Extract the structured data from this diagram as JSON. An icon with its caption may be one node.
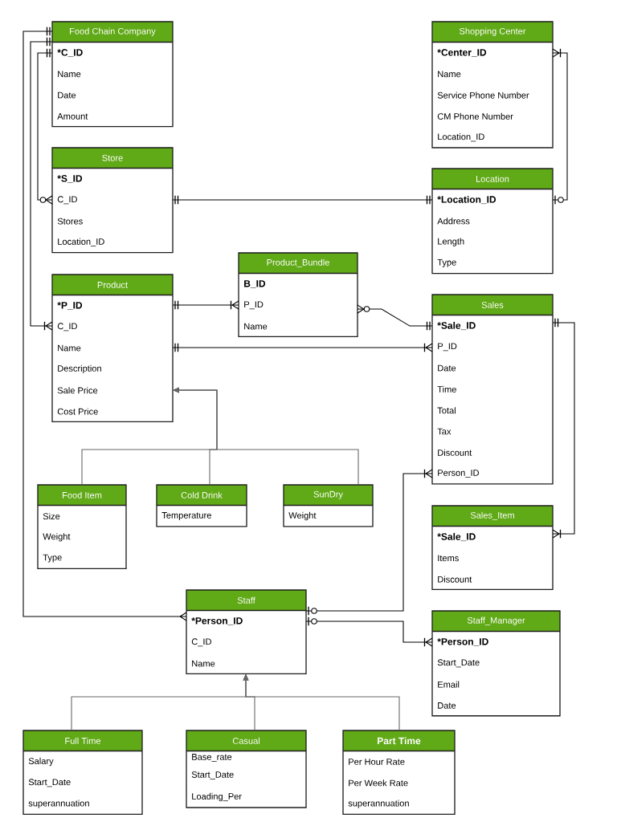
{
  "diagram": {
    "nodes": [
      {
        "text": [
          "Food Chain Company",
          "*C_ID",
          "Name",
          "Date",
          "Amount"
        ]
      },
      {
        "text": [
          "Shopping Center",
          "*Center_ID",
          "Name",
          "Service Phone Number",
          "CM Phone Number",
          "Location_ID"
        ]
      },
      {
        "text": [
          "Store",
          "*S_ID",
          "C_ID",
          "Stores",
          "Location_ID"
        ]
      },
      {
        "text": [
          "Location",
          "*Location_ID",
          "Address",
          "Length",
          "Type"
        ]
      },
      {
        "text": [
          "Product",
          "*P_ID",
          "C_ID",
          "Name",
          "Description",
          "Sale Price",
          "Cost Price"
        ]
      },
      {
        "text": [
          "Product_Bundle",
          "B_ID",
          "P_ID",
          "Name"
        ]
      },
      {
        "text": [
          "Sales",
          "*Sale_ID",
          "P_ID",
          "Date",
          "Time",
          "Total",
          "Tax",
          "Discount",
          "Person_ID"
        ]
      },
      {
        "text": [
          "Food Item",
          "Size",
          "Weight",
          "Type"
        ]
      },
      {
        "text": [
          "Cold Drink",
          "Temperature"
        ]
      },
      {
        "text": [
          "SunDry",
          "Weight"
        ]
      },
      {
        "text": [
          "Sales_Item",
          "*Sale_ID",
          "Items",
          "Discount"
        ]
      },
      {
        "text": [
          "Staff",
          "*Person_ID",
          "C_ID",
          "Name"
        ]
      },
      {
        "text": [
          "Staff_Manager",
          "*Person_ID",
          "Start_Date",
          "Email",
          "Date"
        ]
      },
      {
        "text": [
          "Full Time",
          "Salary",
          "Start_Date",
          "superannuation"
        ]
      },
      {
        "text": [
          "Casual",
          "Base_rate",
          "Start_Date",
          "Loading_Per"
        ]
      },
      {
        "text": [
          "Part Time",
          "Per Hour Rate",
          "Per Week Rate",
          "superannuation"
        ]
      }
    ],
    "edges": [
      {
        "from": 0,
        "to": 11,
        "arrow": "other"
      },
      {
        "from": 0,
        "to": 4,
        "arrow": "other"
      },
      {
        "from": 0,
        "to": 2,
        "arrow": "other"
      },
      {
        "from": 2,
        "to": 3,
        "arrow": "other"
      },
      {
        "from": 1,
        "to": 3,
        "arrow": "other"
      },
      {
        "from": 4,
        "to": 5,
        "arrow": "other"
      },
      {
        "from": 4,
        "to": 6,
        "arrow": "other"
      },
      {
        "from": 5,
        "to": 6,
        "arrow": "other"
      },
      {
        "from": 6,
        "to": 10,
        "arrow": "other"
      },
      {
        "from": 11,
        "to": 6,
        "arrow": "other"
      },
      {
        "from": 11,
        "to": 12,
        "arrow": "other"
      },
      {
        "from": 7,
        "to": 4,
        "arrow": "to",
        "color": "#666666"
      },
      {
        "from": 8,
        "to": 4,
        "arrow": "to",
        "color": "#666666"
      },
      {
        "from": 9,
        "to": 4,
        "arrow": "to",
        "color": "#666666"
      },
      {
        "from": 13,
        "to": 11,
        "arrow": "to",
        "color": "#666666"
      },
      {
        "from": 14,
        "to": 11,
        "arrow": "to",
        "color": "#666666"
      },
      {
        "from": 15,
        "to": 11,
        "arrow": "to",
        "color": "#666666"
      }
    ]
  }
}
